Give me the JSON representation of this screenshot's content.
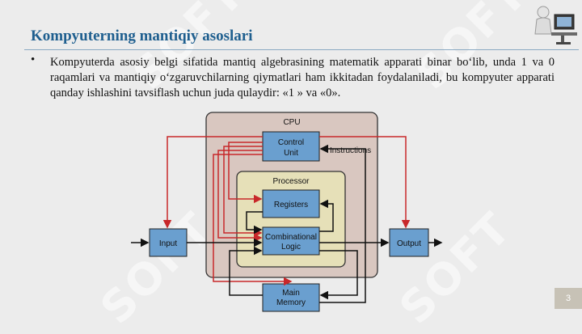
{
  "slide": {
    "title": "Kompyuterning mantiqiy asoslari",
    "bullet_char": "•",
    "paragraph": "Kompyuterda asosiy belgi sifatida mantiq algebrasining matematik apparati binar bo‘lib, unda 1 va 0 raqamlari va mantiqiy o‘zgaruvchilarning qiymatlari ham ikkitadan foydalaniladi, bu kompyuter apparati qanday ishlashini tavsiflash uchun juda qulaydir: «1 » va «0».",
    "page_number": "3",
    "watermark_text": "SOFT"
  },
  "diagram": {
    "cpu_label": "CPU",
    "processor_label": "Processor",
    "control_unit": [
      "Control",
      "Unit"
    ],
    "instructions_label": "Instructions",
    "registers_label": "Registers",
    "combinational_logic": [
      "Combinational",
      "Logic"
    ],
    "input_label": "Input",
    "output_label": "Output",
    "main_memory": [
      "Main",
      "Memory"
    ]
  },
  "colors": {
    "title": "#1f5f8f",
    "box_fill": "#6a9fcf",
    "cpu_fill": "#d9c7c0",
    "processor_fill": "#e6e0b8",
    "control_arrow": "#c8282a",
    "data_arrow": "#111111"
  },
  "icons": {
    "logo": "person-at-computer-icon"
  }
}
